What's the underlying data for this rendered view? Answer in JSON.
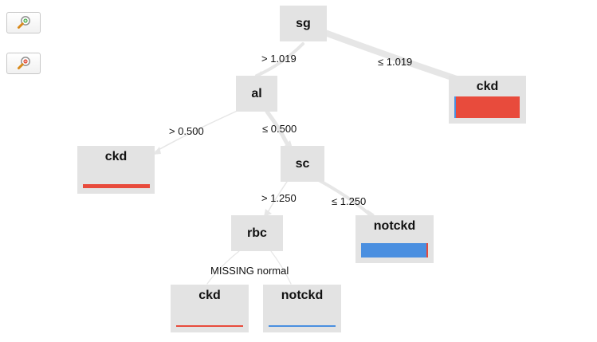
{
  "toolbar": {
    "zoom_in_icon": "zoom-in-icon",
    "zoom_out_icon": "zoom-out-icon"
  },
  "colors": {
    "ckd": "#e84b3c",
    "notckd": "#4a8fe0",
    "node_bg": "#e3e3e3",
    "edge": "#e6e6e6"
  },
  "tree": {
    "nodes": {
      "sg": "sg",
      "al": "al",
      "sc": "sc",
      "rbc": "rbc",
      "leaf_sg_le": "ckd",
      "leaf_al_gt": "ckd",
      "leaf_sc_le": "notckd",
      "leaf_rbc_missing": "ckd",
      "leaf_rbc_normal": "notckd"
    },
    "edges": {
      "sg_gt": "> 1.019",
      "sg_le": "≤ 1.019",
      "al_gt": "> 0.500",
      "al_le": "≤ 0.500",
      "sc_gt": "> 1.250",
      "sc_le": "≤ 1.250",
      "rbc_split": "MISSING normal"
    }
  }
}
